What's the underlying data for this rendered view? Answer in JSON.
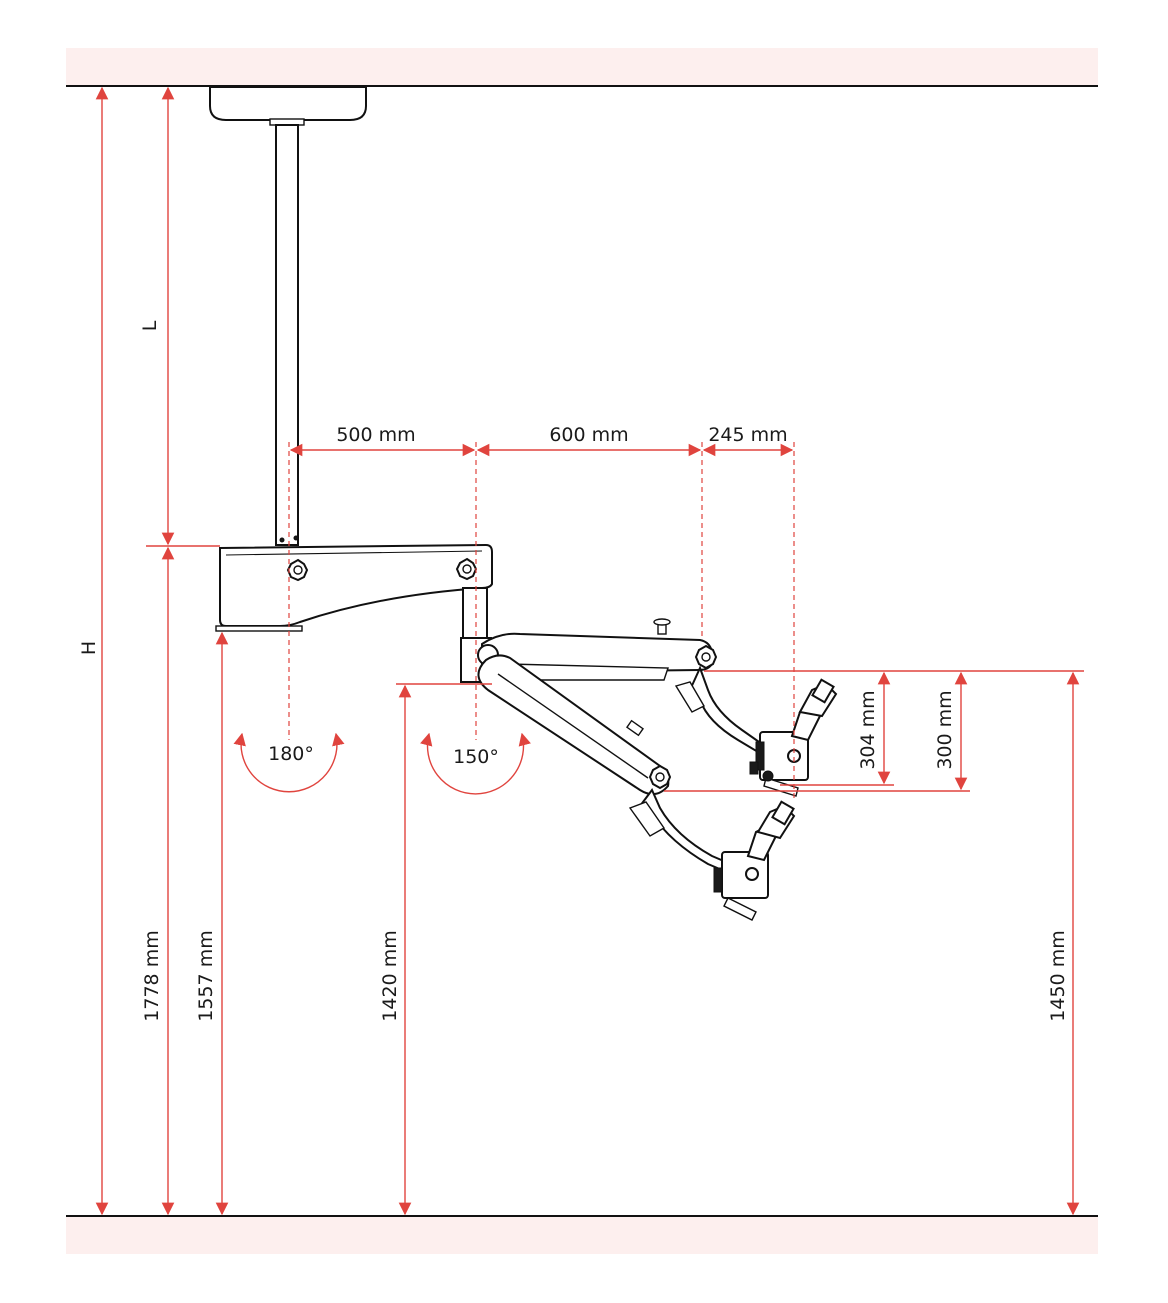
{
  "colors": {
    "dimension": "#e0443e",
    "band_fill": "#fdefee",
    "outline": "#111111"
  },
  "icons": {
    "rotation_arrow": "curved-double-arrow-icon",
    "knob": "star-knob-icon"
  },
  "labels": {
    "L": "L",
    "H": "H",
    "d500": "500 mm",
    "d600": "600 mm",
    "d245": "245 mm",
    "rot180": "180°",
    "rot150": "150°",
    "d304": "304 mm",
    "d300": "300 mm",
    "h1778": "1778 mm",
    "h1557": "1557 mm",
    "h1420": "1420 mm",
    "h1450": "1450 mm"
  }
}
